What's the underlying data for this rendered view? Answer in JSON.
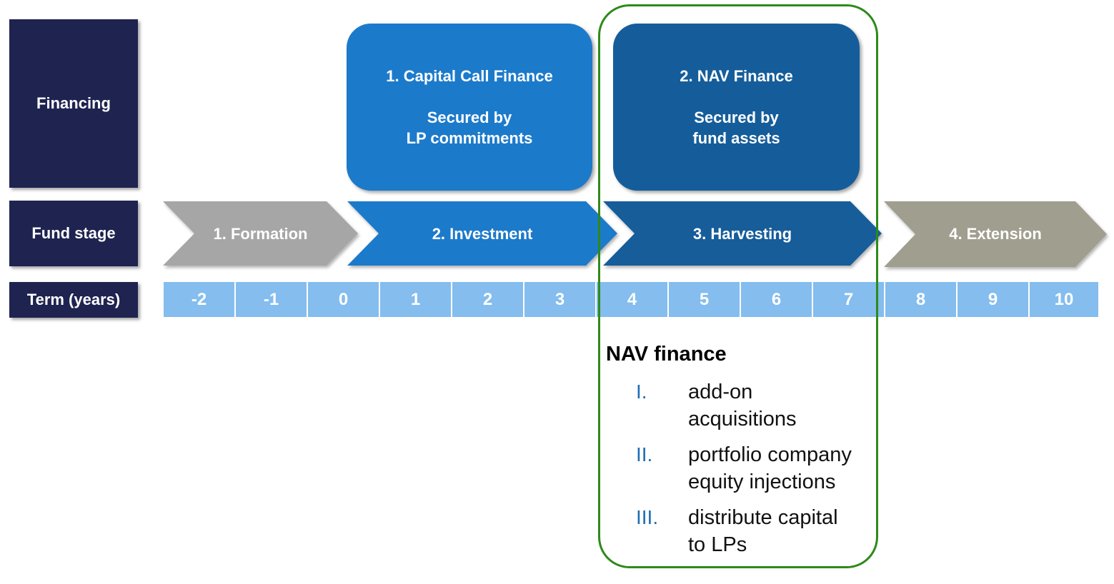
{
  "row_labels": {
    "financing": "Financing",
    "fund_stage": "Fund stage",
    "term": "Term (years)"
  },
  "financing_boxes": [
    {
      "title": "1. Capital Call Finance",
      "line1": "Secured by",
      "line2": "LP commitments",
      "color": "#1c7acb"
    },
    {
      "title": "2. NAV Finance",
      "line1": "Secured by",
      "line2": "fund assets",
      "color": "#155d9a"
    }
  ],
  "stages": [
    {
      "label": "1. Formation",
      "color": "#a6a6a6"
    },
    {
      "label": "2. Investment",
      "color": "#1c7acb"
    },
    {
      "label": "3. Harvesting",
      "color": "#155d9a"
    },
    {
      "label": "4. Extension",
      "color": "#a09e8f"
    }
  ],
  "terms": [
    "-2",
    "-1",
    "0",
    "1",
    "2",
    "3",
    "4",
    "5",
    "6",
    "7",
    "8",
    "9",
    "10"
  ],
  "nav_finance": {
    "heading": "NAV finance",
    "items": [
      {
        "num": "I.",
        "text_line1": "add-on",
        "text_line2": "acquisitions"
      },
      {
        "num": "II.",
        "text_line1": "portfolio company",
        "text_line2": "equity injections"
      },
      {
        "num": "III.",
        "text_line1": "distribute capital",
        "text_line2": "to LPs"
      }
    ]
  },
  "colors": {
    "label_bg": "#1f2350",
    "term_bg": "#84bdee",
    "highlight_border": "#2d8a19",
    "roman_numeral": "#1f6fb5"
  }
}
